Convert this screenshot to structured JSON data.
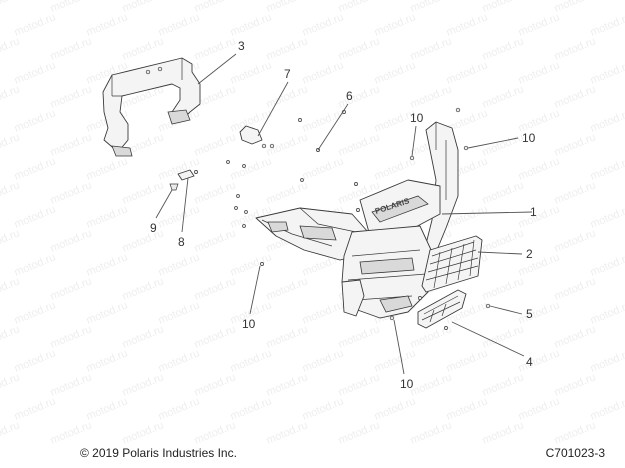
{
  "watermark": "motod.ru",
  "callouts": [
    {
      "id": "1",
      "label": "1"
    },
    {
      "id": "2",
      "label": "2"
    },
    {
      "id": "3",
      "label": "3"
    },
    {
      "id": "4",
      "label": "4"
    },
    {
      "id": "5",
      "label": "5"
    },
    {
      "id": "6",
      "label": "6"
    },
    {
      "id": "7",
      "label": "7"
    },
    {
      "id": "8",
      "label": "8"
    },
    {
      "id": "9",
      "label": "9"
    },
    {
      "id": "10a",
      "label": "10"
    },
    {
      "id": "10b",
      "label": "10"
    },
    {
      "id": "10c",
      "label": "10"
    },
    {
      "id": "10d",
      "label": "10"
    }
  ],
  "bumper_logo": "POLARIS",
  "copyright": "© 2019 Polaris Industries Inc.",
  "figure_id": "C701023-3",
  "colors": {
    "line": "#3a3a3a",
    "watermark": "#eeeeee",
    "background": "#ffffff"
  }
}
